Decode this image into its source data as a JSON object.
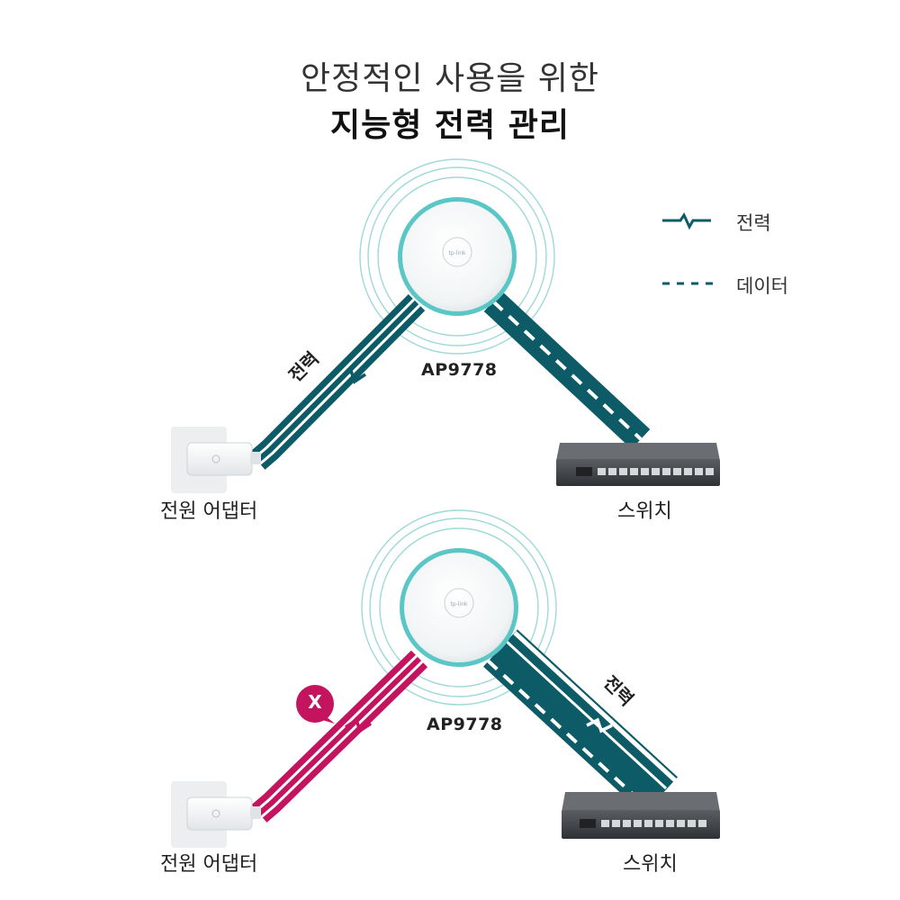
{
  "title": {
    "line1": "안정적인 사용을 위한",
    "line2": "지능형 전력 관리"
  },
  "legend": {
    "power_label": "전력",
    "data_label": "데이터"
  },
  "colors": {
    "teal": "#0d5b66",
    "magenta": "#c4135f",
    "ring": "#9fdad6",
    "ap_rim": "#5bc6c6"
  },
  "diagram_top": {
    "ap_name": "AP9778",
    "power_line_label": "전력",
    "adapter_label": "전원 어댑터",
    "switch_label": "스위치"
  },
  "diagram_bottom": {
    "ap_name": "AP9778",
    "power_line_label": "전력",
    "fail_mark": "X",
    "adapter_label": "전원 어댑터",
    "switch_label": "스위치"
  }
}
